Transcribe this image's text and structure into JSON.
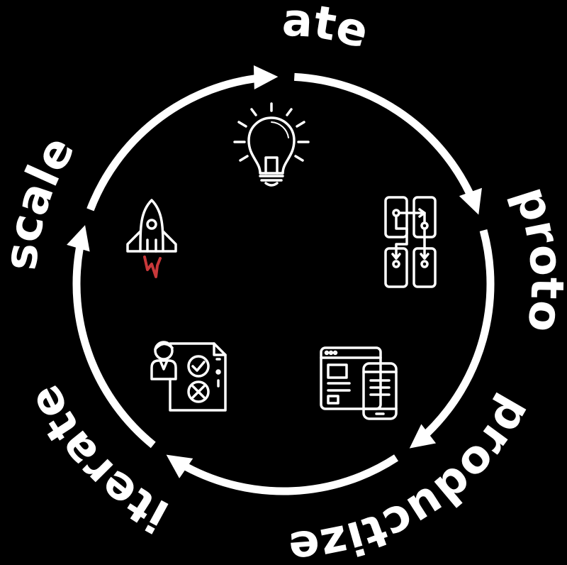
{
  "cycle": {
    "stages": [
      {
        "id": "ideate",
        "label": "ideate",
        "icon": "lightbulb-icon"
      },
      {
        "id": "proto",
        "label": "proto",
        "icon": "flowchart-icon"
      },
      {
        "id": "productize",
        "label": "productize",
        "icon": "devices-icon"
      },
      {
        "id": "iterate",
        "label": "iterate",
        "icon": "review-checklist-icon"
      },
      {
        "id": "scale",
        "label": "scale",
        "icon": "rocket-icon"
      }
    ]
  },
  "colors": {
    "background": "#000000",
    "foreground": "#ffffff",
    "accent": "#c8383a"
  }
}
